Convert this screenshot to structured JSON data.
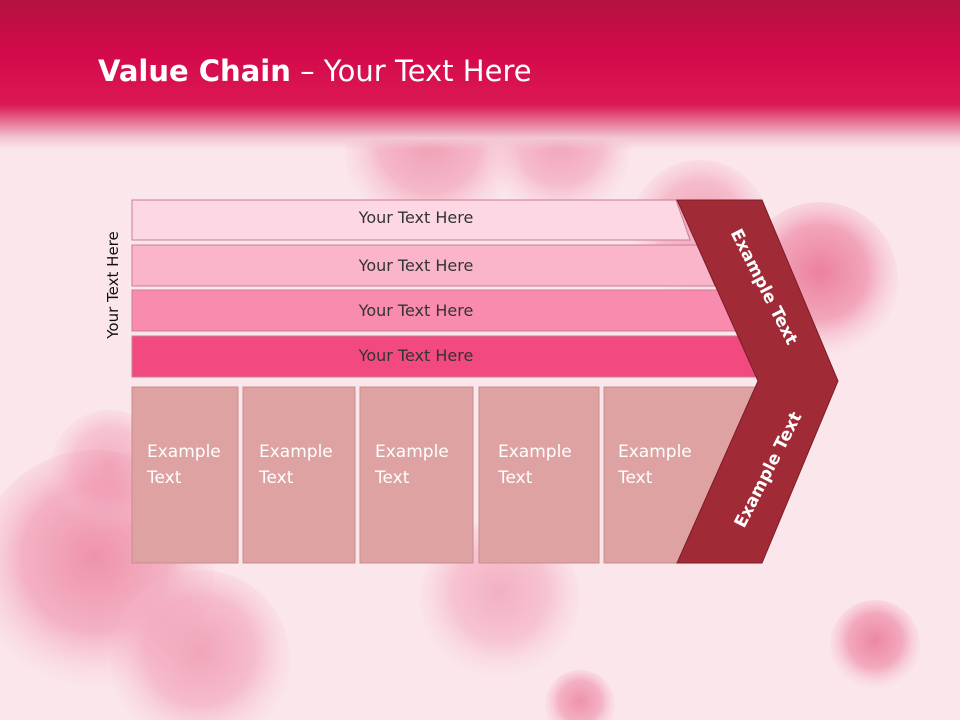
{
  "title": {
    "bold": "Value Chain",
    "rest": " – Your Text Here"
  },
  "side_label": "Your Text Here",
  "rows": [
    {
      "label": "Your Text Here",
      "color": "#fdd8e4"
    },
    {
      "label": "Your Text Here",
      "color": "#fbb5cb"
    },
    {
      "label": "Your Text Here",
      "color": "#f98cae"
    },
    {
      "label": "Your Text Here",
      "color": "#f24a80"
    }
  ],
  "boxes": [
    {
      "line1": "Example",
      "line2": "Text"
    },
    {
      "line1": "Example",
      "line2": "Text"
    },
    {
      "line1": "Example",
      "line2": "Text"
    },
    {
      "line1": "Example",
      "line2": "Text"
    },
    {
      "line1": "Example",
      "line2": "Text"
    }
  ],
  "chevron": {
    "upper": "Example Text",
    "lower": "Example Text",
    "color": "#a02a36"
  },
  "colors": {
    "header": "#d3094a",
    "box": "#dea2a2",
    "box_border": "#c98c8c"
  }
}
